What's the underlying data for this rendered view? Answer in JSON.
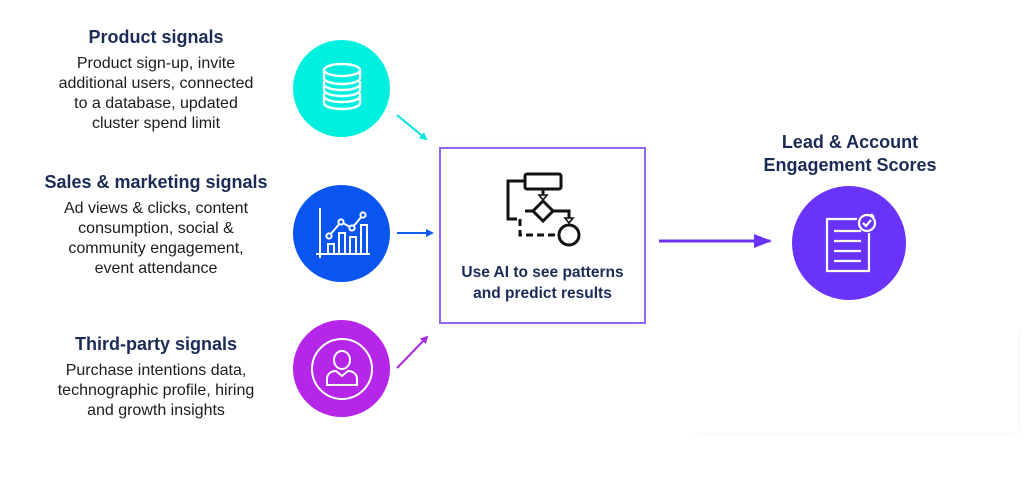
{
  "diagram": {
    "inputs": [
      {
        "id": "product",
        "title": "Product signals",
        "description_lines": [
          "Product sign-up, invite",
          "additional users, connected",
          "to a database, updated",
          "cluster spend limit"
        ],
        "icon": "database-icon",
        "color": "#00f0e0"
      },
      {
        "id": "sales",
        "title": "Sales & marketing signals",
        "description_lines": [
          "Ad views & clicks, content",
          "consumption, social &",
          "community engagement,",
          "event attendance"
        ],
        "icon": "bar-line-chart-icon",
        "color": "#0a55f0"
      },
      {
        "id": "third",
        "title": "Third-party signals",
        "description_lines": [
          "Purchase intentions data,",
          "technographic profile, hiring",
          "and growth insights"
        ],
        "icon": "user-profile-icon",
        "color": "#b526e8"
      }
    ],
    "process": {
      "label_lines": [
        "Use AI to see patterns",
        "and predict results"
      ],
      "icon": "flowchart-icon",
      "border_color": "#9168f2"
    },
    "output": {
      "title_lines": [
        "Lead & Account",
        "Engagement Scores"
      ],
      "icon": "checklist-document-icon",
      "color": "#6a33fa"
    },
    "edges": [
      {
        "from": "product",
        "to": "process",
        "color": "#00e5d8"
      },
      {
        "from": "sales",
        "to": "process",
        "color": "#1259ee"
      },
      {
        "from": "third",
        "to": "process",
        "color": "#a42be6"
      },
      {
        "from": "process",
        "to": "output",
        "color": "#6a33fa"
      }
    ],
    "text_colors": {
      "heading": "#1a2b56",
      "body": "#1c1c1c"
    }
  }
}
